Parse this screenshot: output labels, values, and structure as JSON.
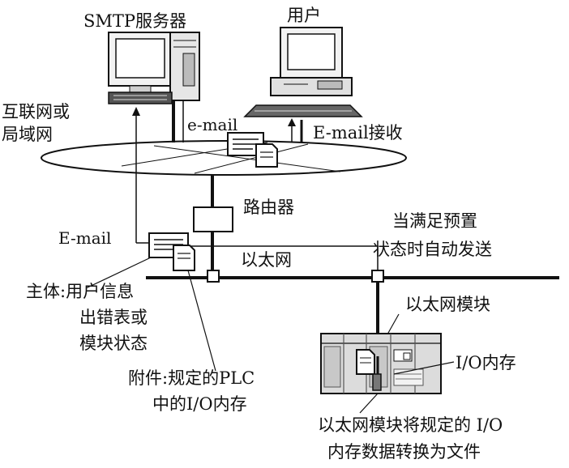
{
  "labels": {
    "smtp_server": "SMTP服务器",
    "user": "用户",
    "internet_line1": "互联网或",
    "internet_line2": "局域网",
    "email_top": "e-mail",
    "email_receive": "E-mail接收",
    "router": "路由器",
    "auto_send_line1": "当满足预置",
    "auto_send_line2": "状态时自动发送",
    "email_left": "E-mail",
    "ethernet": "以太网",
    "body_line1": "主体:用户信息",
    "body_line2": "出错表或",
    "body_line3": "模块状态",
    "ethernet_module": "以太网模块",
    "io_memory": "I/O内存",
    "attachment_line1": "附件:规定的PLC",
    "attachment_line2": "中的I/O内存",
    "convert_line1": "以太网模块将规定的 I/O",
    "convert_line2": "内存数据转换为文件"
  },
  "colors": {
    "line": "#111111",
    "equipment_fill": "#dcdcdc",
    "equipment_dark": "#555555",
    "background": "#ffffff"
  }
}
